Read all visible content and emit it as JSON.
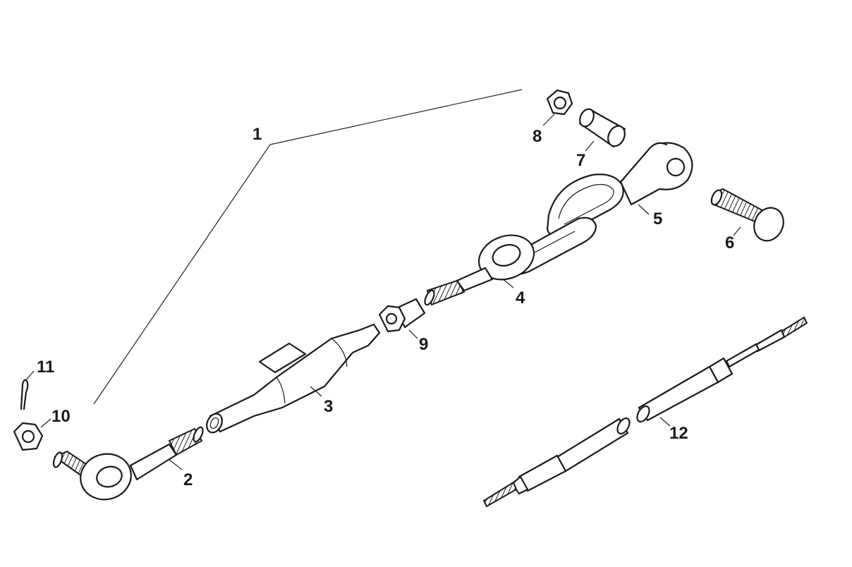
{
  "labels": {
    "l1": "1",
    "l2": "2",
    "l3": "3",
    "l4": "4",
    "l5": "5",
    "l6": "6",
    "l7": "7",
    "l8": "8",
    "l9": "9",
    "l10": "10",
    "l11": "11",
    "l12": "12"
  },
  "colors": {
    "ink": "#1a1a1a",
    "paper": "#ffffff"
  }
}
